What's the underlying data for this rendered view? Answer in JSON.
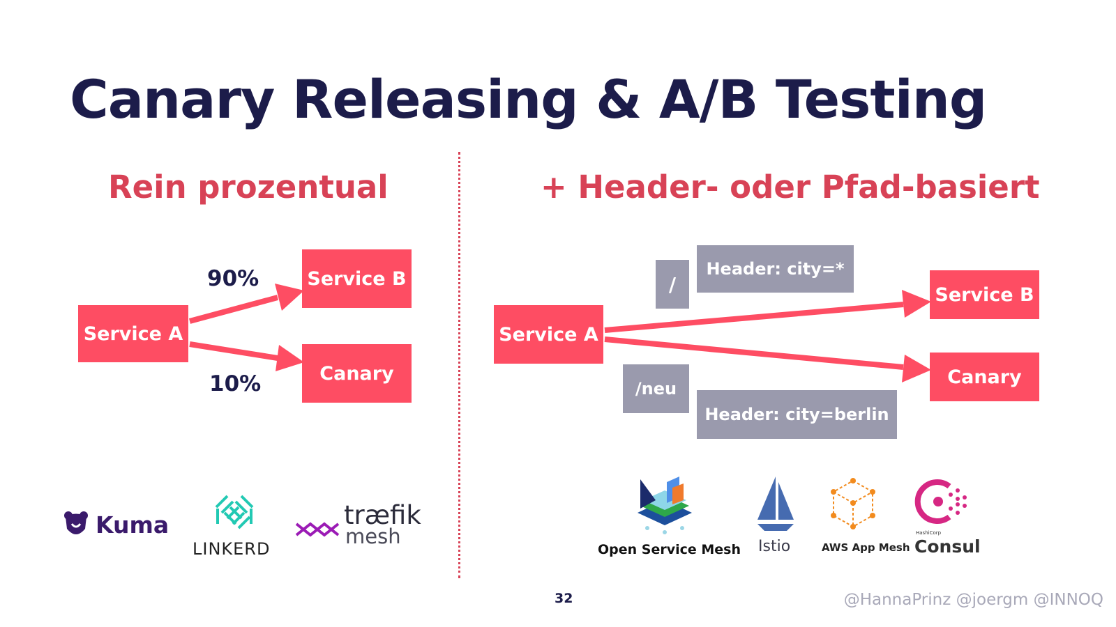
{
  "title": "Canary Releasing & A/B Testing",
  "left": {
    "subtitle": "Rein prozentual",
    "source": "Service A",
    "target_b": "Service B",
    "target_canary": "Canary",
    "pct_b": "90%",
    "pct_canary": "10%",
    "logos": {
      "kuma": "Kuma",
      "linkerd": "LINKERD",
      "traefik_1": "træfik",
      "traefik_2": "mesh"
    }
  },
  "right": {
    "subtitle": "+ Header- oder Pfad-basiert",
    "source": "Service A",
    "target_b": "Service B",
    "target_canary": "Canary",
    "path_b": "/",
    "header_b": "Header: city=*",
    "path_canary": "/neu",
    "header_canary": "Header: city=berlin",
    "logos": {
      "osm": "Open Service Mesh",
      "istio": "Istio",
      "aws": "AWS App Mesh",
      "consul_small": "HashiCorp",
      "consul": "Consul"
    }
  },
  "footer": {
    "page_number": "32",
    "handles": "@HannaPrinz @joergm @INNOQ"
  },
  "colors": {
    "box": "#fe4d63",
    "arrow": "#fe4d63",
    "label_box": "#9a9aad",
    "title": "#1c1c4a",
    "subtitle": "#d84256"
  }
}
